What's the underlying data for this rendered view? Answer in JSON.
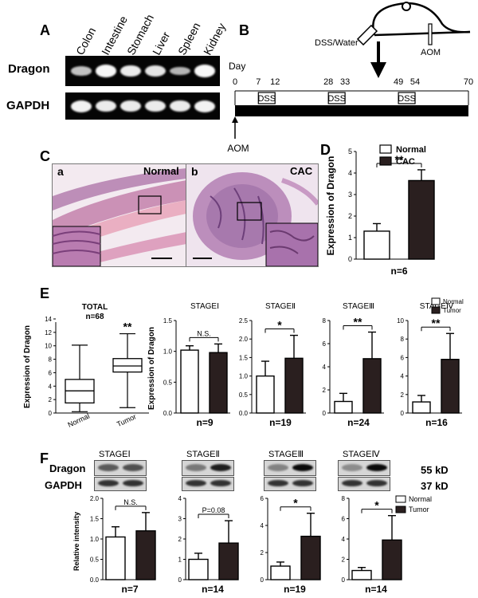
{
  "panel_letters": [
    "A",
    "B",
    "C",
    "D",
    "E",
    "F"
  ],
  "panelA": {
    "lanes": [
      "Colon",
      "Intestine",
      "Stomach",
      "Liver",
      "Spleen",
      "Kidney"
    ],
    "rows": [
      "Dragon",
      "GAPDH"
    ],
    "dragon_intensity": [
      0.55,
      0.95,
      0.85,
      0.8,
      0.45,
      0.95
    ],
    "gapdh_intensity": [
      0.9,
      0.85,
      0.85,
      0.85,
      0.85,
      0.9
    ]
  },
  "panelB": {
    "day_label": "Day",
    "days": [
      "0",
      "7",
      "12",
      "28",
      "33",
      "49",
      "54",
      "70"
    ],
    "day_values": [
      0,
      7,
      12,
      28,
      33,
      49,
      54,
      70
    ],
    "dss_windows": [
      [
        7,
        12
      ],
      [
        28,
        33
      ],
      [
        49,
        54
      ]
    ],
    "dss_label": "DSS",
    "aom_label": "AOM",
    "mouse_dss_label": "DSS/Water",
    "mouse_aom_label": "AOM"
  },
  "panelC": {
    "a_letter": "a",
    "a_title": "Normal",
    "b_letter": "b",
    "b_title": "CAC"
  },
  "panelD": {
    "ylabel": "Expression of Dragon",
    "n_label": "n=6",
    "legend": [
      "Normal",
      "CAC"
    ],
    "sig": "**"
  },
  "panelE": {
    "total": {
      "title": "TOTAL",
      "n": "n=68",
      "ylabel": "Expression of Dragon",
      "xlabels": [
        "Normal",
        "Tumor"
      ],
      "sig": "**"
    },
    "stage_ylabel": "Expression of Dragon",
    "legend": [
      "Normal",
      "Tumor"
    ],
    "stages": [
      {
        "title": "STAGEⅠ",
        "n": "n=9",
        "sig": "N.S."
      },
      {
        "title": "STAGEⅡ",
        "n": "n=19",
        "sig": "*"
      },
      {
        "title": "STAGEⅢ",
        "n": "n=24",
        "sig": "**"
      },
      {
        "title": "STAGEⅣ",
        "n": "n=16",
        "sig": "**"
      }
    ]
  },
  "panelF": {
    "blot_rows": [
      "Dragon",
      "GAPDH"
    ],
    "sizes": [
      "55 kD",
      "37 kD"
    ],
    "ylabel": "Relative intensity",
    "legend": [
      "Normal",
      "Tumor"
    ],
    "stages": [
      {
        "title": "STAGEⅠ",
        "n": "n=7",
        "sig": "N.S."
      },
      {
        "title": "STAGEⅡ",
        "n": "n=14",
        "sig": "P=0.08"
      },
      {
        "title": "STAGEⅢ",
        "n": "n=19",
        "sig": "*"
      },
      {
        "title": "STAGEⅣ",
        "n": "n=14",
        "sig": "*"
      }
    ],
    "blot_intensity": [
      {
        "normal": 0.55,
        "tumor": 0.6
      },
      {
        "normal": 0.4,
        "tumor": 0.85
      },
      {
        "normal": 0.35,
        "tumor": 0.95
      },
      {
        "normal": 0.3,
        "tumor": 0.95
      }
    ]
  },
  "chart_data": [
    {
      "id": "D",
      "type": "bar",
      "categories": [
        "Normal",
        "CAC"
      ],
      "values": [
        1.3,
        3.65
      ],
      "errors": [
        0.35,
        0.5
      ],
      "ylim": [
        0,
        5
      ],
      "yticks": [
        "0",
        "1",
        "2",
        "3",
        "4",
        "5"
      ],
      "ylabel": "Expression of Dragon",
      "colors": [
        "#ffffff",
        "#2a1f1f"
      ],
      "annotations": [
        "**"
      ]
    },
    {
      "id": "E-total",
      "type": "box",
      "title": "TOTAL",
      "categories": [
        "Normal",
        "Tumor"
      ],
      "boxes": [
        {
          "min": 0.2,
          "q1": 1.5,
          "median": 3.3,
          "q3": 5.0,
          "max": 10.1
        },
        {
          "min": 0.8,
          "q1": 6.1,
          "median": 7.0,
          "q3": 8.1,
          "max": 11.8
        }
      ],
      "ylim": [
        0,
        14
      ],
      "yticks": [
        "0",
        "2",
        "4",
        "6",
        "8",
        "10",
        "12",
        "14"
      ],
      "ylabel": "Expression of Dragon",
      "annotations": [
        "**"
      ]
    },
    {
      "id": "E-stageI",
      "type": "bar",
      "title": "STAGEⅠ",
      "categories": [
        "Normal",
        "Tumor"
      ],
      "values": [
        1.02,
        0.98
      ],
      "errors": [
        0.07,
        0.14
      ],
      "ylim": [
        0,
        1.5
      ],
      "yticks": [
        "0.0",
        "0.5",
        "1.0",
        "1.5"
      ],
      "ylabel": "Expression of Dragon",
      "annotations": [
        "N.S."
      ]
    },
    {
      "id": "E-stageII",
      "type": "bar",
      "title": "STAGEⅡ",
      "categories": [
        "Normal",
        "Tumor"
      ],
      "values": [
        1.0,
        1.48
      ],
      "errors": [
        0.4,
        0.62
      ],
      "ylim": [
        0,
        2.5
      ],
      "yticks": [
        "0.0",
        "0.5",
        "1.0",
        "1.5",
        "2.0",
        "2.5"
      ],
      "annotations": [
        "*"
      ]
    },
    {
      "id": "E-stageIII",
      "type": "bar",
      "title": "STAGEⅢ",
      "categories": [
        "Normal",
        "Tumor"
      ],
      "values": [
        1.0,
        4.7
      ],
      "errors": [
        0.7,
        2.3
      ],
      "ylim": [
        0,
        8
      ],
      "yticks": [
        "0",
        "2",
        "4",
        "6",
        "8"
      ],
      "annotations": [
        "**"
      ]
    },
    {
      "id": "E-stageIV",
      "type": "bar",
      "title": "STAGEⅣ",
      "categories": [
        "Normal",
        "Tumor"
      ],
      "values": [
        1.2,
        5.8
      ],
      "errors": [
        0.7,
        2.8
      ],
      "ylim": [
        0,
        10
      ],
      "yticks": [
        "0",
        "2",
        "4",
        "6",
        "8",
        "10"
      ],
      "annotations": [
        "**"
      ]
    },
    {
      "id": "F-stageI",
      "type": "bar",
      "title": "STAGEⅠ",
      "categories": [
        "Normal",
        "Tumor"
      ],
      "values": [
        1.05,
        1.2
      ],
      "errors": [
        0.25,
        0.45
      ],
      "ylim": [
        0,
        2.0
      ],
      "yticks": [
        "0.0",
        "0.5",
        "1.0",
        "1.5",
        "2.0"
      ],
      "ylabel": "Relative intensity",
      "annotations": [
        "N.S."
      ]
    },
    {
      "id": "F-stageII",
      "type": "bar",
      "title": "STAGEⅡ",
      "categories": [
        "Normal",
        "Tumor"
      ],
      "values": [
        1.0,
        1.8
      ],
      "errors": [
        0.3,
        1.1
      ],
      "ylim": [
        0,
        4
      ],
      "yticks": [
        "0",
        "1",
        "2",
        "3",
        "4"
      ],
      "annotations": [
        "P=0.08"
      ]
    },
    {
      "id": "F-stageIII",
      "type": "bar",
      "title": "STAGEⅢ",
      "categories": [
        "Normal",
        "Tumor"
      ],
      "values": [
        1.0,
        3.2
      ],
      "errors": [
        0.3,
        1.7
      ],
      "ylim": [
        0,
        6
      ],
      "yticks": [
        "0",
        "2",
        "4",
        "6"
      ],
      "annotations": [
        "*"
      ]
    },
    {
      "id": "F-stageIV",
      "type": "bar",
      "title": "STAGEⅣ",
      "categories": [
        "Normal",
        "Tumor"
      ],
      "values": [
        0.9,
        3.9
      ],
      "errors": [
        0.3,
        2.4
      ],
      "ylim": [
        0,
        8
      ],
      "yticks": [
        "0",
        "2",
        "4",
        "6",
        "8"
      ],
      "annotations": [
        "*"
      ]
    }
  ]
}
